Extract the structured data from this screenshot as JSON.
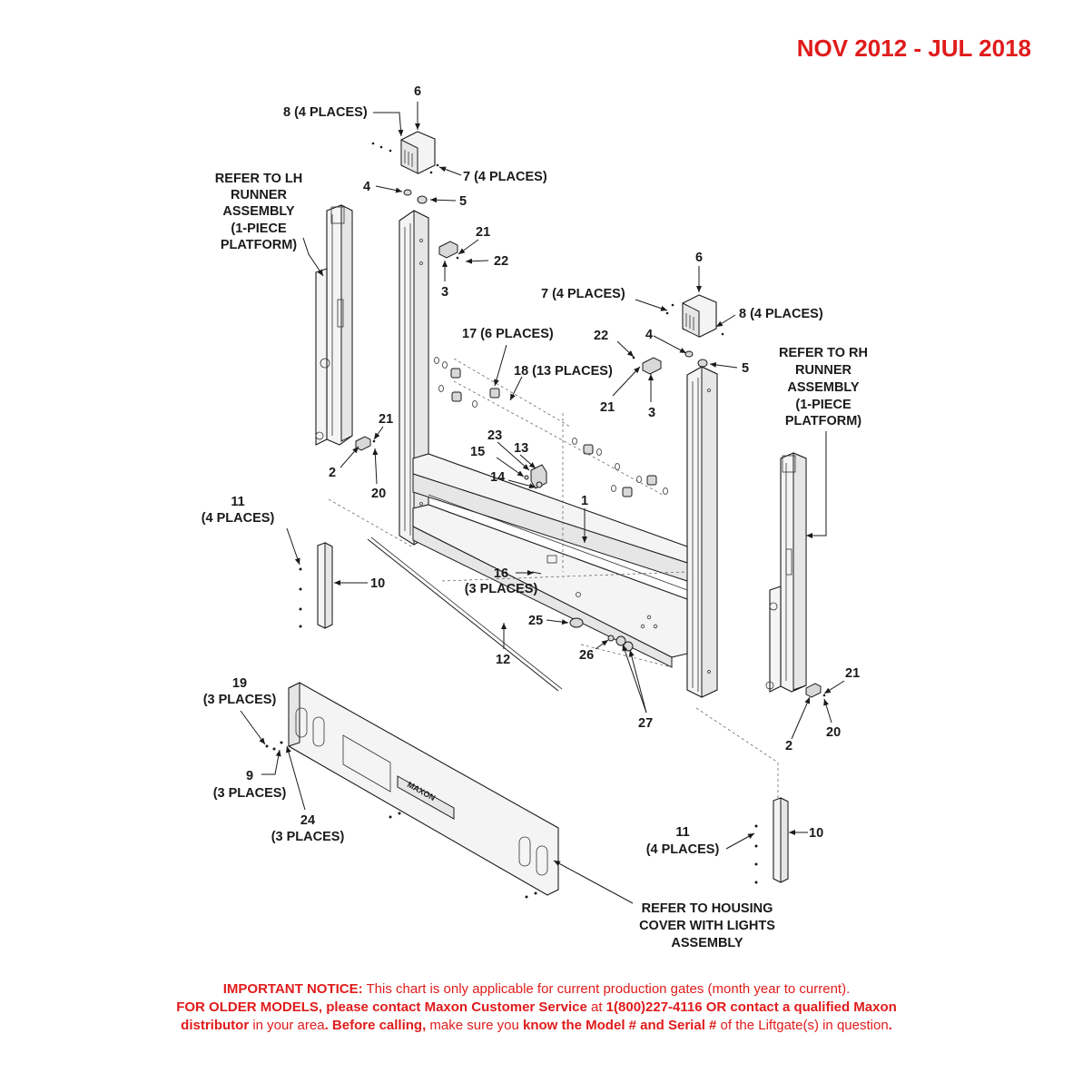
{
  "header": {
    "date_range": "NOV 2012 - JUL 2018"
  },
  "labels": {
    "l_8a": "8 (4 PLACES)",
    "l_6a": "6",
    "l_7a": "7 (4 PLACES)",
    "l_4a": "4",
    "l_5a": "5",
    "l_21a": "21",
    "l_22a": "22",
    "l_3a": "3",
    "l_lh_ref": [
      "REFER TO LH",
      "RUNNER",
      "ASSEMBLY",
      "(1-PIECE",
      "PLATFORM)"
    ],
    "l_6b": "6",
    "l_7b": "7 (4 PLACES)",
    "l_8b": "8 (4 PLACES)",
    "l_17": "17 (6 PLACES)",
    "l_22b": "22",
    "l_4b": "4",
    "l_5b": "5",
    "l_18": "18 (13 PLACES)",
    "l_21b": "21",
    "l_3b": "3",
    "l_rh_ref": [
      "REFER TO RH",
      "RUNNER",
      "ASSEMBLY",
      "(1-PIECE",
      "PLATFORM)"
    ],
    "l_21c": "21",
    "l_2a": "2",
    "l_20a": "20",
    "l_23": "23",
    "l_13": "13",
    "l_15": "15",
    "l_14": "14",
    "l_1": "1",
    "l_11a": [
      "11",
      "(4 PLACES)"
    ],
    "l_10a": "10",
    "l_16": [
      "16",
      "(3 PLACES)"
    ],
    "l_25": "25",
    "l_12": "12",
    "l_26": "26",
    "l_27": "27",
    "l_21d": "21",
    "l_20b": "20",
    "l_2b": "2",
    "l_19": [
      "19",
      "(3 PLACES)"
    ],
    "l_9": [
      "9",
      "(3 PLACES)"
    ],
    "l_24": [
      "24",
      "(3 PLACES)"
    ],
    "l_11b": [
      "11",
      "(4 PLACES)"
    ],
    "l_10b": "10",
    "l_housing_ref": [
      "REFER TO HOUSING",
      "COVER WITH LIGHTS",
      "ASSEMBLY"
    ],
    "brand_plate": "MAXON"
  },
  "notice": {
    "line1_bold": "IMPORTANT NOTICE:",
    "line1_text": " This chart is only applicable for current production gates (month year to current).",
    "line2_bold": "FOR OLDER MODELS, please contact Maxon Customer Service",
    "line2_text": " at ",
    "line2_phone": "1(800)227-4116 OR contact a qualified Maxon",
    "line3_bold1": "distributor",
    "line3_text1": " in your area",
    "line3_bold2": ". Before calling,",
    "line3_text2": " make sure you ",
    "line3_bold3": "know the Model # and Serial #",
    "line3_text3": " of the Liftgate(s) in question",
    "line3_end": "."
  },
  "colors": {
    "accent_red": "#e01b1b",
    "ink": "#1a1a1a"
  }
}
